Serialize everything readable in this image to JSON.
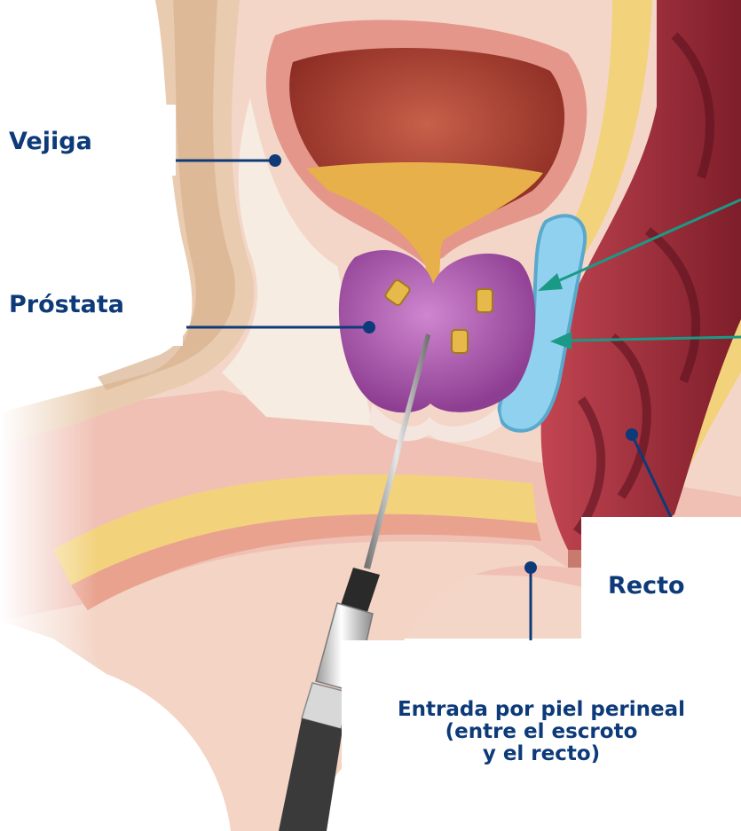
{
  "labels": {
    "bladder": "Vejiga",
    "prostate": "Próstata",
    "rectum": "Recto",
    "entry_line1": "Entrada por piel perineal",
    "entry_line2": "(entre el escroto",
    "entry_line3": "y el recto)"
  },
  "colors": {
    "label_text": "#0d3a78",
    "leader_line": "#0d3a78",
    "teal_arrow": "#1a9a86",
    "prostate": "#b264b8",
    "bladder_wall": "#e4968a",
    "urine": "#e8b04a",
    "spacer_gel": "#7cc8e8",
    "rectum": "#a83040",
    "fat": "#f3d27c",
    "bone": "#e9ccb0",
    "seed": "#e6b94a"
  }
}
